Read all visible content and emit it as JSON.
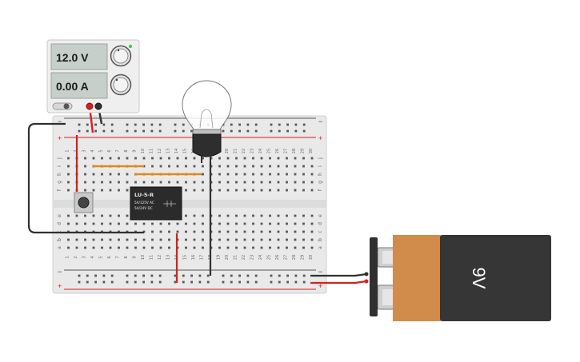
{
  "power_supply": {
    "voltage_display": "12.0 V",
    "current_display": "0.00 A"
  },
  "relay": {
    "model": "LU-5-R",
    "rating_ac": "5A/125V  AC",
    "rating_dc": "5A/24V  DC"
  },
  "battery": {
    "label": "9V"
  },
  "breadboard": {
    "column_numbers": [
      "1",
      "2",
      "3",
      "4",
      "5",
      "6",
      "7",
      "8",
      "9",
      "10",
      "11",
      "12",
      "13",
      "14",
      "15",
      "16",
      "17",
      "18",
      "19",
      "20",
      "21",
      "22",
      "23",
      "24",
      "25",
      "26",
      "27",
      "28",
      "29",
      "30"
    ],
    "top_row_letters": [
      "j",
      "i",
      "h",
      "g",
      "f"
    ],
    "bottom_row_letters": [
      "e",
      "d",
      "c",
      "b",
      "a"
    ],
    "rail_minus": "−",
    "rail_plus": "+"
  },
  "colors": {
    "wire_red": "#d42020",
    "wire_black": "#303030",
    "wire_orange": "#e08a1e",
    "breadboard": "#e9e9e9",
    "battery_copper": "#d18b4b",
    "battery_body": "#363636",
    "relay_body": "#2b2b2b"
  }
}
